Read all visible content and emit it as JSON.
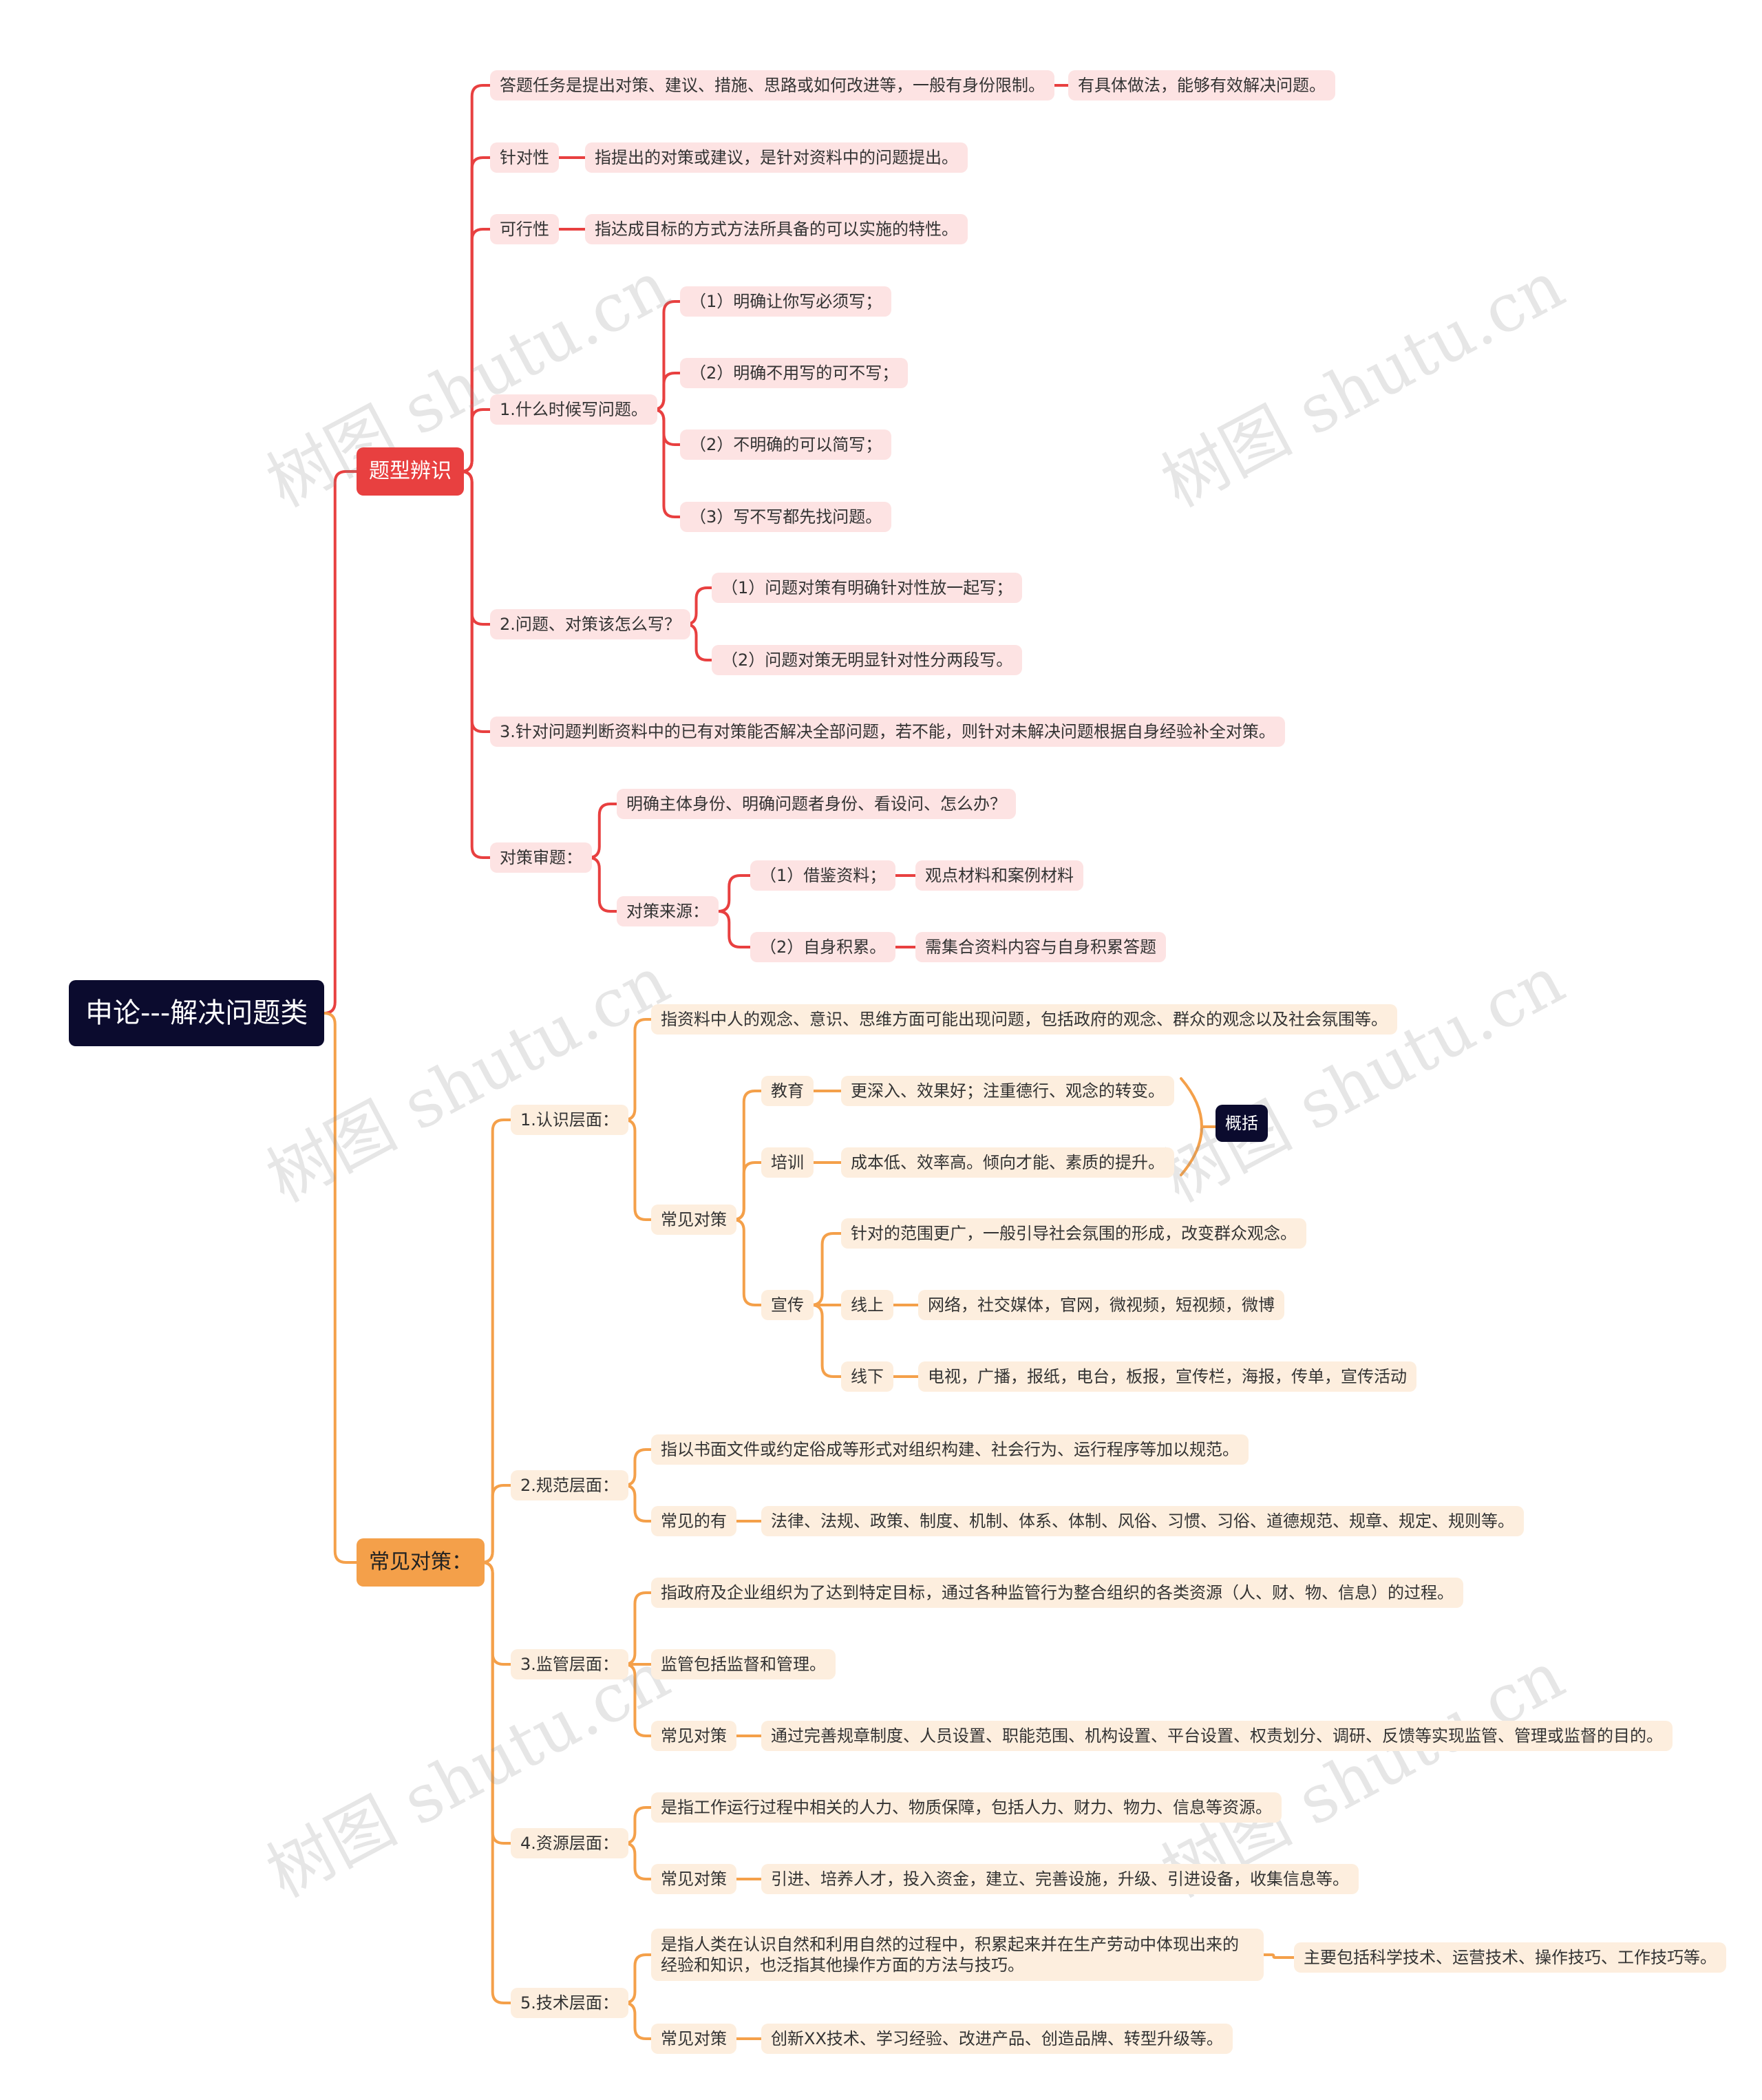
{
  "root": "申论---解决问题类",
  "branch1": {
    "label": "题型辨识",
    "items": {
      "task": "答题任务是提出对策、建议、措施、思路或如何改进等，一般有身份限制。",
      "task_child": "有具体做法，能够有效解决问题。",
      "targeted": "针对性",
      "targeted_child": "指提出的对策或建议，是针对资料中的问题提出。",
      "feasible": "可行性",
      "feasible_child": "指达成目标的方式方法所具备的可以实施的特性。",
      "when": "1.什么时候写问题。",
      "when_c1": "（1）明确让你写必须写；",
      "when_c2": "（2）明确不用写的可不写；",
      "when_c3": "（2）不明确的可以简写；",
      "when_c4": "（3）写不写都先找问题。",
      "how": "2.问题、对策该怎么写？",
      "how_c1": "（1）问题对策有明确针对性放一起写；",
      "how_c2": "（2）问题对策无明显针对性分两段写。",
      "judge": "3.针对问题判断资料中的已有对策能否解决全部问题，若不能，则针对未解决问题根据自身经验补全对策。",
      "review": "对策审题：",
      "review_c1": "明确主体身份、明确问题者身份、看设问、怎么办？",
      "source": "对策来源：",
      "source_c1": "（1）借鉴资料；",
      "source_c1_child": "观点材料和案例材料",
      "source_c2": "（2）自身积累。",
      "source_c2_child": "需集合资料内容与自身积累答题"
    }
  },
  "branch2": {
    "label": "常见对策：",
    "cognition": {
      "label": "1.认识层面：",
      "def": "指资料中人的观念、意识、思维方面可能出现问题，包括政府的观念、群众的观念以及社会氛围等。",
      "measures": "常见对策",
      "edu": "教育",
      "edu_child": "更深入、效果好；注重德行、观念的转变。",
      "train": "培训",
      "train_child": "成本低、效率高。倾向才能、素质的提升。",
      "summary": "概括",
      "publicity": "宣传",
      "pub_c1": "针对的范围更广，一般引导社会氛围的形成，改变群众观念。",
      "online": "线上",
      "online_child": "网络，社交媒体，官网，微视频，短视频，微博",
      "offline": "线下",
      "offline_child": "电视，广播，报纸，电台，板报，宣传栏，海报，传单，宣传活动"
    },
    "norm": {
      "label": "2.规范层面：",
      "def": "指以书面文件或约定俗成等形式对组织构建、社会行为、运行程序等加以规范。",
      "common": "常见的有",
      "common_child": "法律、法规、政策、制度、机制、体系、体制、风俗、习惯、习俗、道德规范、规章、规定、规则等。"
    },
    "supervise": {
      "label": "3.监管层面：",
      "def": "指政府及企业组织为了达到特定目标，通过各种监管行为整合组织的各类资源（人、财、物、信息）的过程。",
      "def2": "监管包括监督和管理。",
      "measures": "常见对策",
      "measures_child": "通过完善规章制度、人员设置、职能范围、机构设置、平台设置、权责划分、调研、反馈等实现监管、管理或监督的目的。"
    },
    "resource": {
      "label": "4.资源层面：",
      "def": "是指工作运行过程中相关的人力、物质保障，包括人力、财力、物力、信息等资源。",
      "measures": "常见对策",
      "measures_child": "引进、培养人才，投入资金，建立、完善设施，升级、引进设备，收集信息等。"
    },
    "tech": {
      "label": "5.技术层面：",
      "def": "是指人类在认识自然和利用自然的过程中，积累起来并在生产劳动中体现出来的经验和知识，也泛指其他操作方面的方法与技巧。",
      "def_child": "主要包括科学技术、运营技术、操作技巧、工作技巧等。",
      "measures": "常见对策",
      "measures_child": "创新XX技术、学习经验、改进产品、创造品牌、转型升级等。"
    }
  },
  "colors": {
    "red": "#e84040",
    "orange": "#f4a04a",
    "root": "#0b0b2e"
  },
  "watermark": "树图 shutu.cn"
}
